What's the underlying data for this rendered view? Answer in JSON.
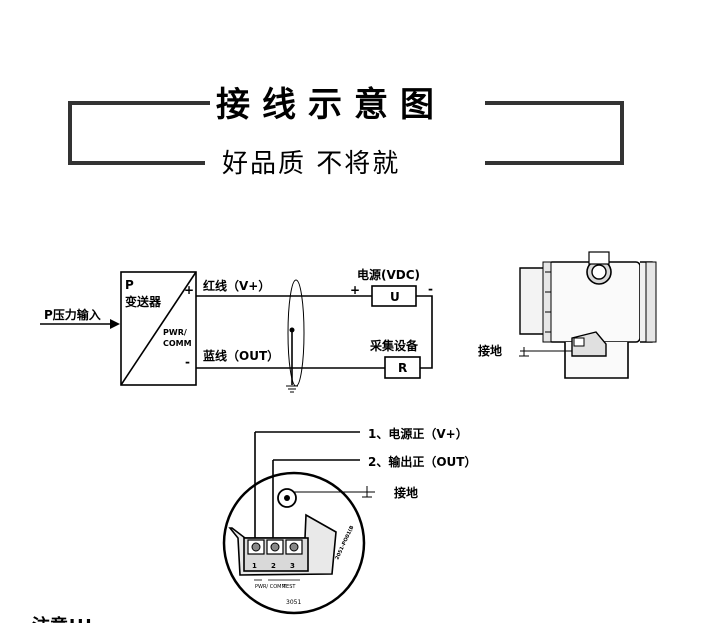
{
  "header": {
    "title": "接线示意图",
    "subtitle": "好品质 不将就"
  },
  "wiring": {
    "input_label": "P压力输入",
    "transmitter_p": "P",
    "transmitter_name": "变送器",
    "pwr_comm_1": "PWR/",
    "pwr_comm_2": "COMM",
    "plus": "+",
    "minus": "-",
    "red_wire": "红线（V+）",
    "blue_wire": "蓝线（OUT）",
    "power_supply": "电源(VDC)",
    "supply_symbol": "U",
    "acquisition": "采集设备",
    "resistor_symbol": "R",
    "supply_plus": "+",
    "supply_minus": "-"
  },
  "housing": {
    "ground_label": "接地"
  },
  "terminal": {
    "item1": "1、电源正（V+）",
    "item2": "2、输出正（OUT）",
    "item3": "接地",
    "num1": "1",
    "num2": "2",
    "num3": "3",
    "model": "3051",
    "side_text": "2051-PO01(B",
    "pwr_small": "PWR/\nCOMM",
    "test_small": "TEST"
  },
  "footer": {
    "note": "注意!!!"
  }
}
